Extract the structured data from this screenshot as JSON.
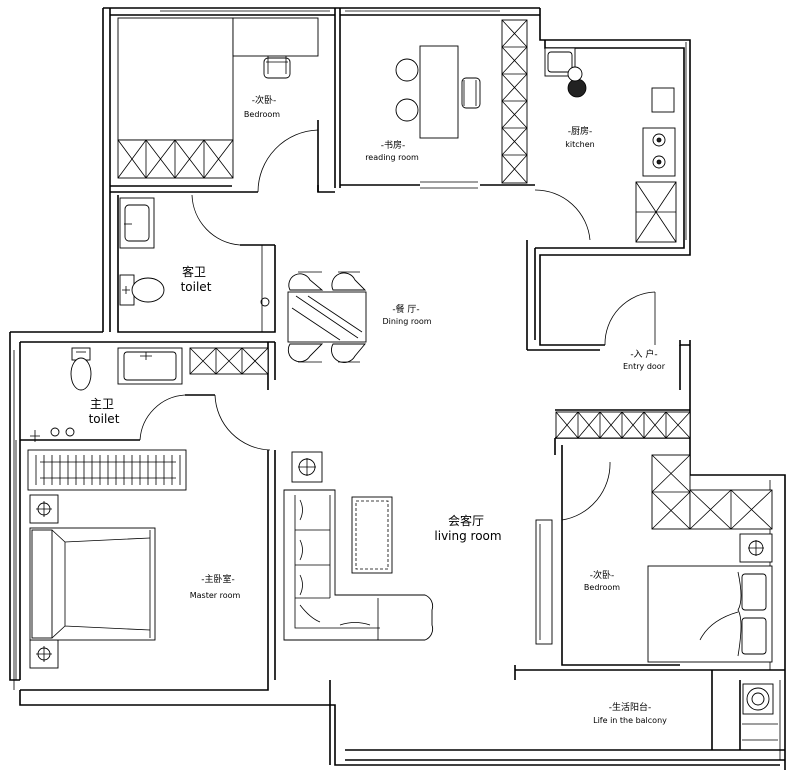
{
  "rooms": {
    "bedroom_top": {
      "cn": "-次卧-",
      "en": "Bedroom"
    },
    "reading": {
      "cn": "-书房-",
      "en": "reading room"
    },
    "kitchen": {
      "cn": "-厨房-",
      "en": "kitchen"
    },
    "guest_toilet": {
      "cn": "客卫",
      "en": "toilet"
    },
    "dining": {
      "cn": "-餐 厅-",
      "en": "Dining room"
    },
    "entry": {
      "cn": "-入 户-",
      "en": "Entry door"
    },
    "master_toilet": {
      "cn": "主卫",
      "en": "toilet"
    },
    "living": {
      "cn": "会客厅",
      "en": "living room"
    },
    "master": {
      "cn": "-主卧室-",
      "en": "Master room"
    },
    "bedroom_right": {
      "cn": "-次卧-",
      "en": "Bedroom"
    },
    "balcony": {
      "cn": "-生活阳台-",
      "en": "Life in the balcony"
    }
  }
}
